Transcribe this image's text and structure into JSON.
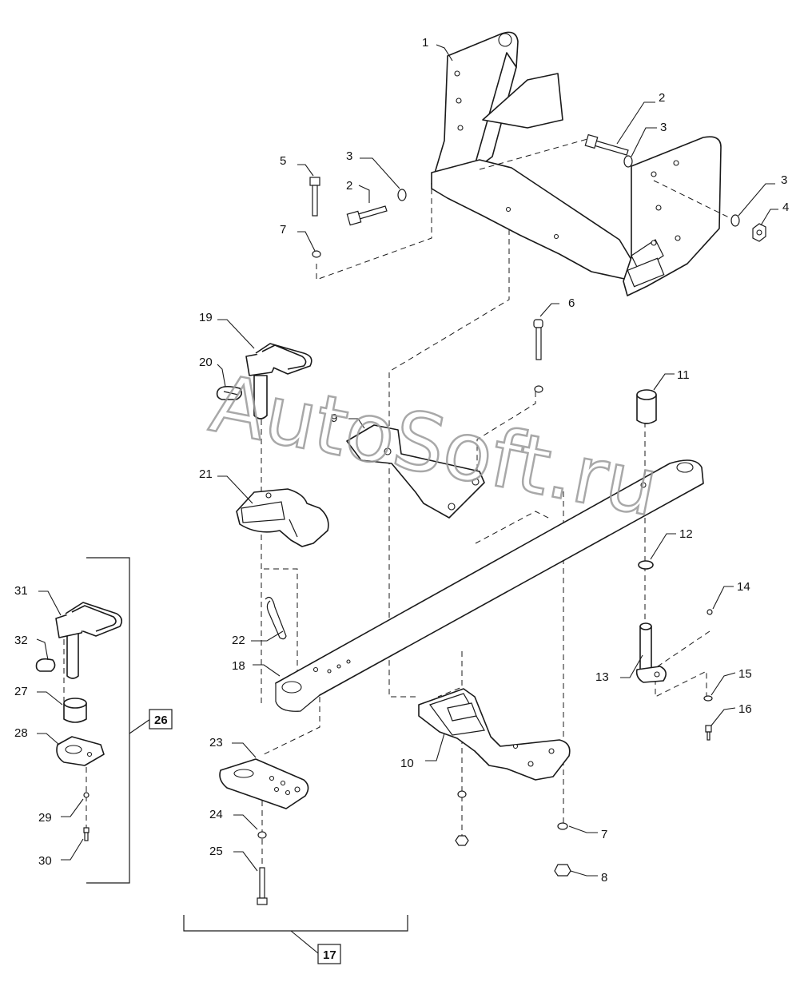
{
  "watermark": "AutoSoft.ru",
  "callouts": {
    "c1": "1",
    "c2a": "2",
    "c2b": "2",
    "c3a": "3",
    "c3b": "3",
    "c3c": "3",
    "c4": "4",
    "c5": "5",
    "c6": "6",
    "c7a": "7",
    "c7b": "7",
    "c8": "8",
    "c9": "9",
    "c10": "10",
    "c11": "11",
    "c12": "12",
    "c13": "13",
    "c14": "14",
    "c15": "15",
    "c16": "16",
    "c18": "18",
    "c19": "19",
    "c20": "20",
    "c21": "21",
    "c22": "22",
    "c23": "23",
    "c24": "24",
    "c25": "25",
    "c27": "27",
    "c28": "28",
    "c29": "29",
    "c30": "30",
    "c31": "31",
    "c32": "32"
  },
  "kits": {
    "k17": "17",
    "k26": "26"
  },
  "colors": {
    "line": "#1a1a1a",
    "watermark": "#9a9a9a",
    "background": "#ffffff"
  }
}
